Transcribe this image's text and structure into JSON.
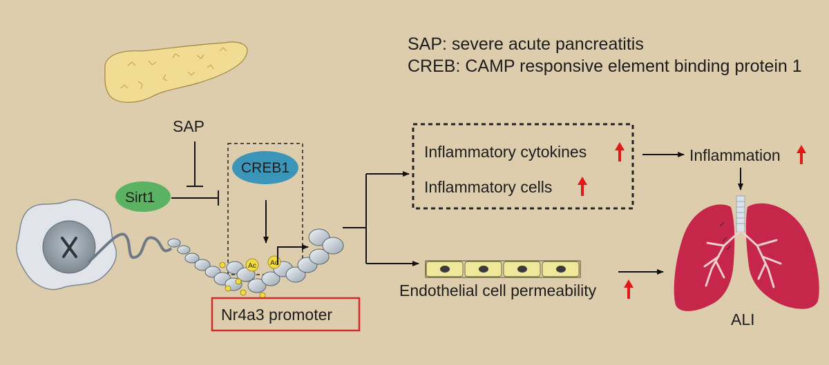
{
  "legend": {
    "line1": "SAP: severe acute pancreatitis",
    "line2": "CREB: CAMP responsive element binding protein 1"
  },
  "nodes": {
    "sap": "SAP",
    "sirt1": "Sirt1",
    "creb1": "CREB1",
    "nr4a3_promoter": "Nr4a3 promoter",
    "acetyl_mark": "Ac"
  },
  "outcomes": {
    "cytokines": "Inflammatory cytokines",
    "cells": "Inflammatory cells",
    "inflammation": "Inflammation",
    "permeability": "Endothelial cell permeability",
    "ali": "ALI"
  },
  "colors": {
    "background": "#ddcdac",
    "sirt1_fill": "#5cb263",
    "creb1_fill": "#3a95b8",
    "promoter_border": "#d42a2a",
    "increase_arrow": "#e01818",
    "lung_fill": "#c5264a",
    "endothelial_fill": "#efe79a"
  },
  "icons": [
    "pancreas-icon",
    "cell-nucleus-icon",
    "chromatin-icon",
    "endothelial-cells-icon",
    "lungs-icon",
    "up-arrow-icon"
  ]
}
